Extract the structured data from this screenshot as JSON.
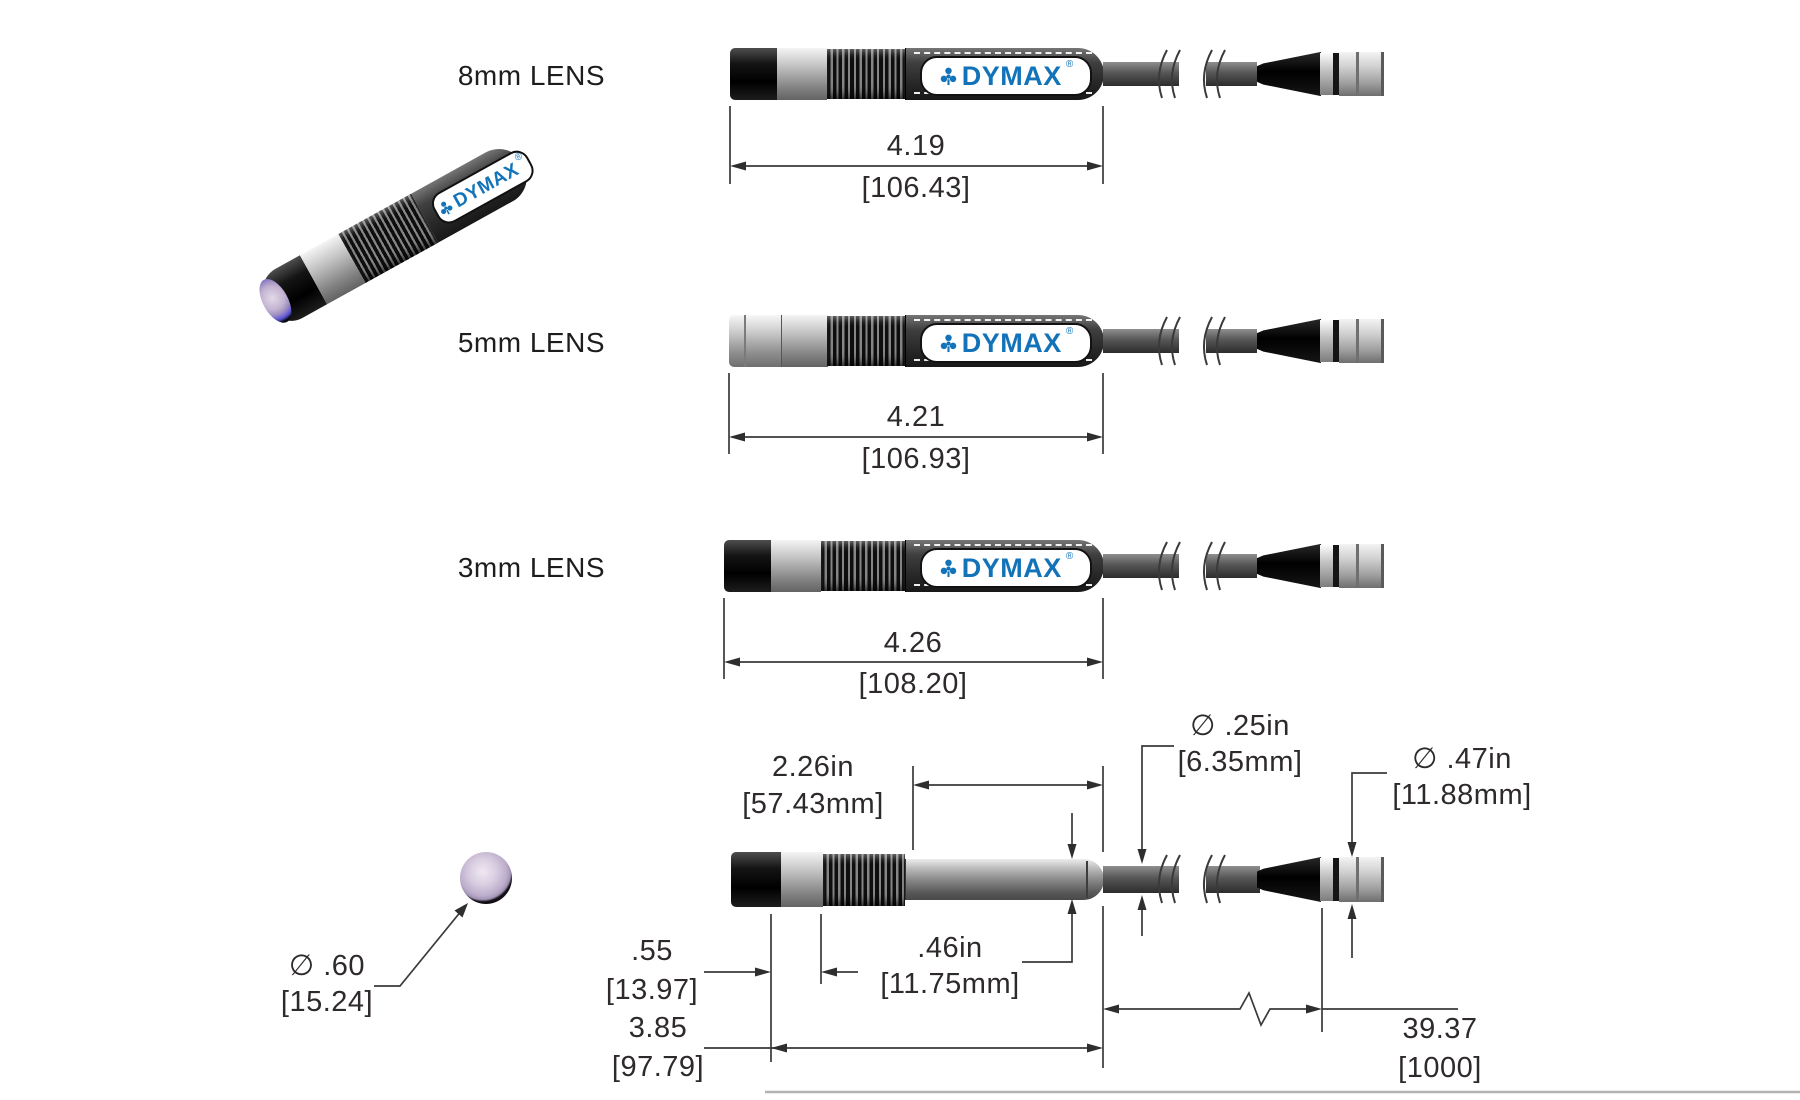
{
  "brand": {
    "name": "DYMAX",
    "reg": "®"
  },
  "rows": [
    {
      "label": "8mm LENS",
      "dim_in": "4.19",
      "dim_mm": "[106.43]"
    },
    {
      "label": "5mm LENS",
      "dim_in": "4.21",
      "dim_mm": "[106.93]"
    },
    {
      "label": "3mm LENS",
      "dim_in": "4.26",
      "dim_mm": "[108.20]"
    }
  ],
  "detail": {
    "body_length_in": "2.26in",
    "body_length_mm": "[57.43mm]",
    "cable_dia_in": "∅ .25in",
    "cable_dia_mm": "[6.35mm]",
    "connector_dia_in": "∅ .47in",
    "connector_dia_mm": "[11.88mm]",
    "tip_length_in": ".55",
    "tip_length_mm": "[13.97]",
    "body_dia_in": ".46in",
    "body_dia_mm": "[11.75mm]",
    "overall_length_in": "3.85",
    "overall_length_mm": "[97.79]",
    "cable_length_in": "39.37",
    "cable_length_mm": "[1000]",
    "lens_dia_in": "∅ .60",
    "lens_dia_mm": "[15.24]"
  },
  "colors": {
    "dymax_blue": "#1273b8",
    "lens_violet": "#6c63d6",
    "lens_lavender": "#d9cee1"
  }
}
